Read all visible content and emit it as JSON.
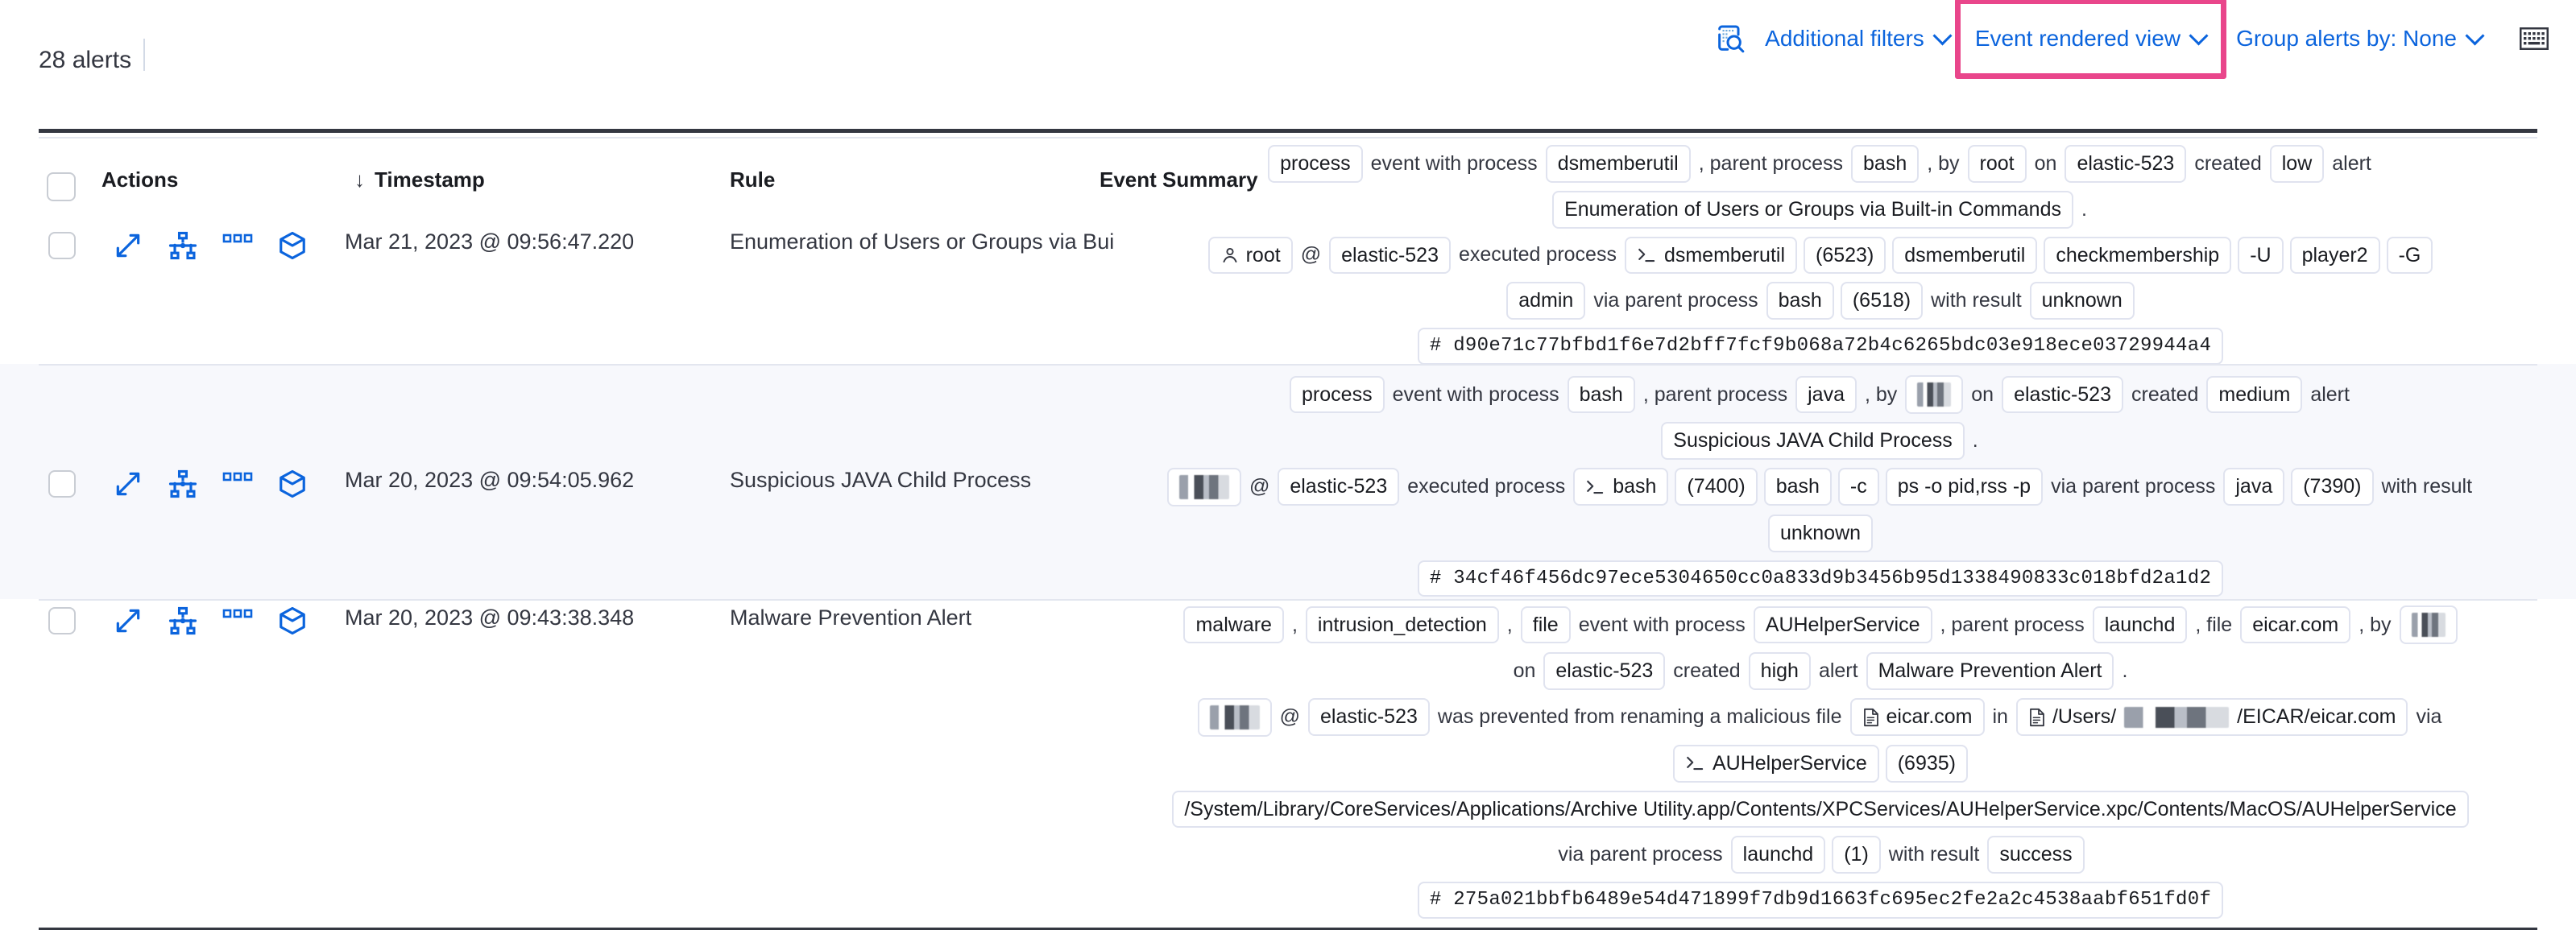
{
  "toolbar": {
    "alerts_count": "28 alerts",
    "search_filter_icon": "search-in-document-icon",
    "additional_filters_label": "Additional filters",
    "event_rendered_view_label": "Event rendered view",
    "group_alerts_by_label": "Group alerts by: None",
    "keyboard_icon": "keyboard-icon",
    "highlight_color": "#e9468b",
    "link_color": "#0b64dd"
  },
  "table": {
    "headers": {
      "actions": "Actions",
      "timestamp": "Timestamp",
      "timestamp_sort": "↓",
      "rule": "Rule",
      "event_summary": "Event Summary"
    },
    "row_actions": [
      "expand-icon",
      "analyzer-icon",
      "more-actions-icon",
      "session-view-cube-icon"
    ],
    "rows": [
      {
        "timestamp": "Mar 21, 2023 @ 09:56:47.220",
        "rule": "Enumeration of Users or Groups via Bui",
        "shaded": false,
        "summary": [
          [
            {
              "t": "tok",
              "v": "process"
            },
            {
              "t": "txt",
              "v": "event with process"
            },
            {
              "t": "tok",
              "v": "dsmemberutil"
            },
            {
              "t": "txt",
              "v": ", parent process"
            },
            {
              "t": "tok",
              "v": "bash"
            },
            {
              "t": "txt",
              "v": ", by"
            },
            {
              "t": "tok",
              "v": "root"
            },
            {
              "t": "txt",
              "v": "on"
            },
            {
              "t": "tok",
              "v": "elastic-523"
            },
            {
              "t": "txt",
              "v": "created"
            },
            {
              "t": "tok",
              "v": "low"
            },
            {
              "t": "txt",
              "v": "alert"
            }
          ],
          [
            {
              "t": "tok",
              "v": "Enumeration of Users or Groups via Built-in Commands"
            },
            {
              "t": "txt",
              "v": "."
            }
          ],
          [
            {
              "t": "tok",
              "v": "root",
              "icon": "user-icon"
            },
            {
              "t": "txt",
              "v": "@"
            },
            {
              "t": "tok",
              "v": "elastic-523"
            },
            {
              "t": "txt",
              "v": "executed process"
            },
            {
              "t": "tok",
              "v": "dsmemberutil",
              "icon": "console-icon"
            },
            {
              "t": "tok",
              "v": "(6523)"
            },
            {
              "t": "tok",
              "v": "dsmemberutil"
            },
            {
              "t": "tok",
              "v": "checkmembership"
            },
            {
              "t": "tok",
              "v": "-U"
            },
            {
              "t": "tok",
              "v": "player2"
            },
            {
              "t": "tok",
              "v": "-G"
            }
          ],
          [
            {
              "t": "tok",
              "v": "admin"
            },
            {
              "t": "txt",
              "v": "via parent process"
            },
            {
              "t": "tok",
              "v": "bash"
            },
            {
              "t": "tok",
              "v": "(6518)"
            },
            {
              "t": "txt",
              "v": "with result"
            },
            {
              "t": "tok",
              "v": "unknown"
            }
          ],
          [
            {
              "t": "hash",
              "v": "#  d90e71c77bfbd1f6e7d2bff7fcf9b068a72b4c6265bdc03e918ece03729944a4"
            }
          ]
        ]
      },
      {
        "timestamp": "Mar 20, 2023 @ 09:54:05.962",
        "rule": "Suspicious JAVA Child Process",
        "shaded": true,
        "summary": [
          [
            {
              "t": "tok",
              "v": "process"
            },
            {
              "t": "txt",
              "v": "event with process"
            },
            {
              "t": "tok",
              "v": "bash"
            },
            {
              "t": "txt",
              "v": ", parent process"
            },
            {
              "t": "tok",
              "v": "java"
            },
            {
              "t": "txt",
              "v": ", by"
            },
            {
              "t": "redact",
              "v": "",
              "size": "small"
            },
            {
              "t": "txt",
              "v": "on"
            },
            {
              "t": "tok",
              "v": "elastic-523"
            },
            {
              "t": "txt",
              "v": "created"
            },
            {
              "t": "tok",
              "v": "medium"
            },
            {
              "t": "txt",
              "v": "alert"
            }
          ],
          [
            {
              "t": "tok",
              "v": "Suspicious JAVA Child Process"
            },
            {
              "t": "txt",
              "v": "."
            }
          ],
          [
            {
              "t": "redact",
              "v": "",
              "size": "mid"
            },
            {
              "t": "txt",
              "v": "@"
            },
            {
              "t": "tok",
              "v": "elastic-523"
            },
            {
              "t": "txt",
              "v": "executed process"
            },
            {
              "t": "tok",
              "v": "bash",
              "icon": "console-icon"
            },
            {
              "t": "tok",
              "v": "(7400)"
            },
            {
              "t": "tok",
              "v": "bash"
            },
            {
              "t": "tok",
              "v": "-c"
            },
            {
              "t": "tok",
              "v": "ps -o pid,rss -p"
            },
            {
              "t": "txt",
              "v": "via parent process"
            },
            {
              "t": "tok",
              "v": "java"
            },
            {
              "t": "tok",
              "v": "(7390)"
            },
            {
              "t": "txt",
              "v": "with result"
            }
          ],
          [
            {
              "t": "tok",
              "v": "unknown"
            }
          ],
          [
            {
              "t": "hash",
              "v": "#  34cf46f456dc97ece5304650cc0a833d9b3456b95d1338490833c018bfd2a1d2"
            }
          ]
        ]
      },
      {
        "timestamp": "Mar 20, 2023 @ 09:43:38.348",
        "rule": "Malware Prevention Alert",
        "shaded": false,
        "summary": [
          [
            {
              "t": "tok",
              "v": "malware"
            },
            {
              "t": "txt",
              "v": ","
            },
            {
              "t": "tok",
              "v": "intrusion_detection"
            },
            {
              "t": "txt",
              "v": ","
            },
            {
              "t": "tok",
              "v": "file"
            },
            {
              "t": "txt",
              "v": "event with process"
            },
            {
              "t": "tok",
              "v": "AUHelperService"
            },
            {
              "t": "txt",
              "v": ", parent process"
            },
            {
              "t": "tok",
              "v": "launchd"
            },
            {
              "t": "txt",
              "v": ", file"
            },
            {
              "t": "tok",
              "v": "eicar.com"
            },
            {
              "t": "txt",
              "v": ", by"
            },
            {
              "t": "redact",
              "v": "",
              "size": "small"
            }
          ],
          [
            {
              "t": "txt",
              "v": "on"
            },
            {
              "t": "tok",
              "v": "elastic-523"
            },
            {
              "t": "txt",
              "v": "created"
            },
            {
              "t": "tok",
              "v": "high"
            },
            {
              "t": "txt",
              "v": "alert"
            },
            {
              "t": "tok",
              "v": "Malware Prevention Alert"
            },
            {
              "t": "txt",
              "v": "."
            }
          ],
          [
            {
              "t": "redact",
              "v": "",
              "size": "mid"
            },
            {
              "t": "txt",
              "v": "@"
            },
            {
              "t": "tok",
              "v": "elastic-523"
            },
            {
              "t": "txt",
              "v": "was prevented from renaming a malicious file"
            },
            {
              "t": "tok",
              "v": "eicar.com",
              "icon": "file-icon"
            },
            {
              "t": "txt",
              "v": "in"
            },
            {
              "t": "tok_path",
              "pre": "/Users/",
              "post": "/EICAR/eicar.com",
              "icon": "file-icon"
            },
            {
              "t": "txt",
              "v": "via"
            }
          ],
          [
            {
              "t": "tok",
              "v": "AUHelperService",
              "icon": "console-icon"
            },
            {
              "t": "tok",
              "v": "(6935)"
            }
          ],
          [
            {
              "t": "tok",
              "v": "/System/Library/CoreServices/Applications/Archive Utility.app/Contents/XPCServices/AUHelperService.xpc/Contents/MacOS/AUHelperService"
            }
          ],
          [
            {
              "t": "txt",
              "v": "via parent process"
            },
            {
              "t": "tok",
              "v": "launchd"
            },
            {
              "t": "tok",
              "v": "(1)"
            },
            {
              "t": "txt",
              "v": "with result"
            },
            {
              "t": "tok",
              "v": "success"
            }
          ],
          [
            {
              "t": "hash",
              "v": "#  275a021bbfb6489e54d471899f7db9d1663fc695ec2fe2a2c4538aabf651fd0f"
            }
          ]
        ]
      }
    ]
  }
}
